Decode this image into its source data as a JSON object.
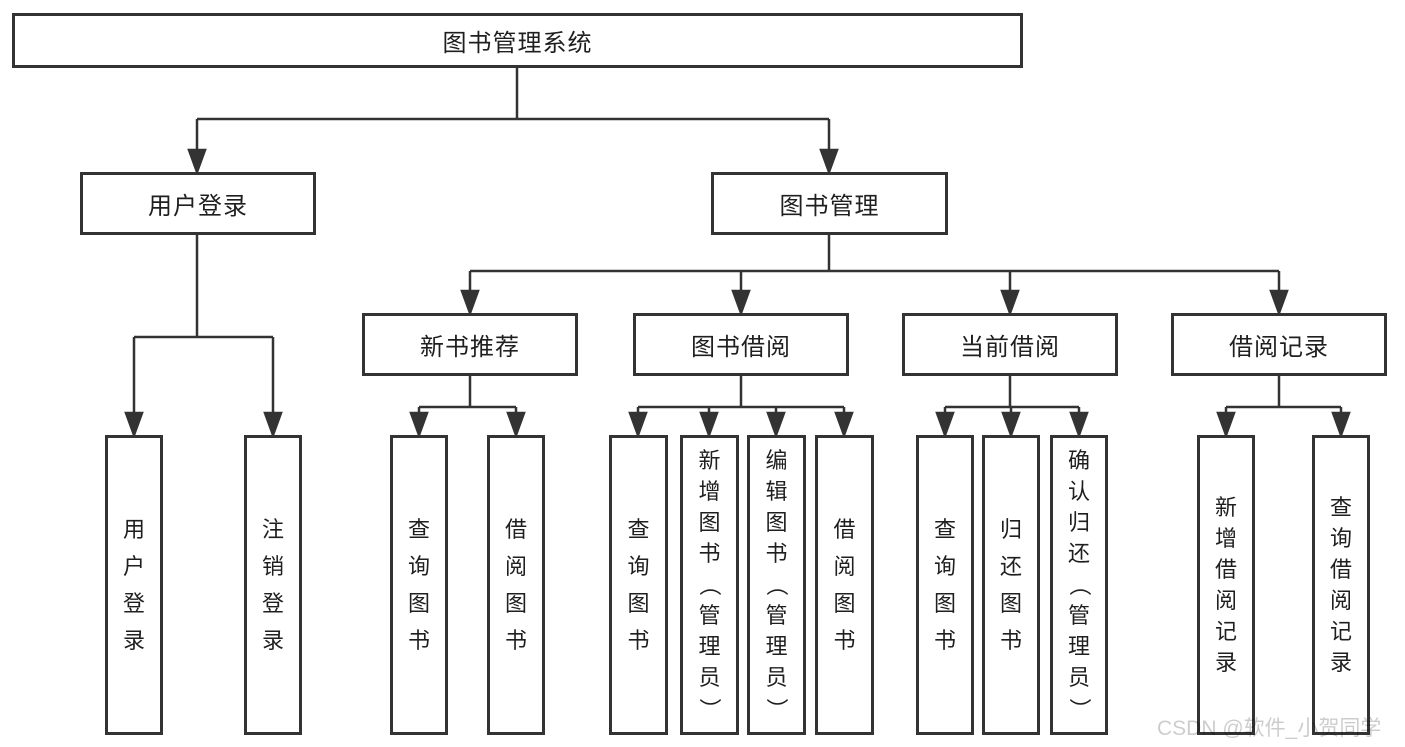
{
  "diagram": {
    "title": "图书管理系统",
    "root": {
      "label": "图书管理系统"
    },
    "level2": [
      {
        "label": "用户登录"
      },
      {
        "label": "图书管理"
      }
    ],
    "level3": [
      {
        "label": "新书推荐"
      },
      {
        "label": "图书借阅"
      },
      {
        "label": "当前借阅"
      },
      {
        "label": "借阅记录"
      }
    ],
    "leaves": {
      "user_login": [
        "用户登录",
        "注销登录"
      ],
      "new_book": [
        "查询图书",
        "借阅图书"
      ],
      "book_borrow": [
        "查询图书",
        "新增图书（管理员）",
        "编辑图书（管理员）",
        "借阅图书"
      ],
      "current_borrow": [
        "查询图书",
        "归还图书",
        "确认归还（管理员）"
      ],
      "borrow_record": [
        "新增借阅记录",
        "查询借阅记录"
      ]
    }
  },
  "watermark": {
    "text": "CSDN @软件_小贺同学"
  },
  "colors": {
    "line": "#333333",
    "box_border": "#333333",
    "box_fill": "#ffffff",
    "text": "#1f1f1f",
    "watermark": "#cccccc",
    "background": "#ffffff"
  }
}
